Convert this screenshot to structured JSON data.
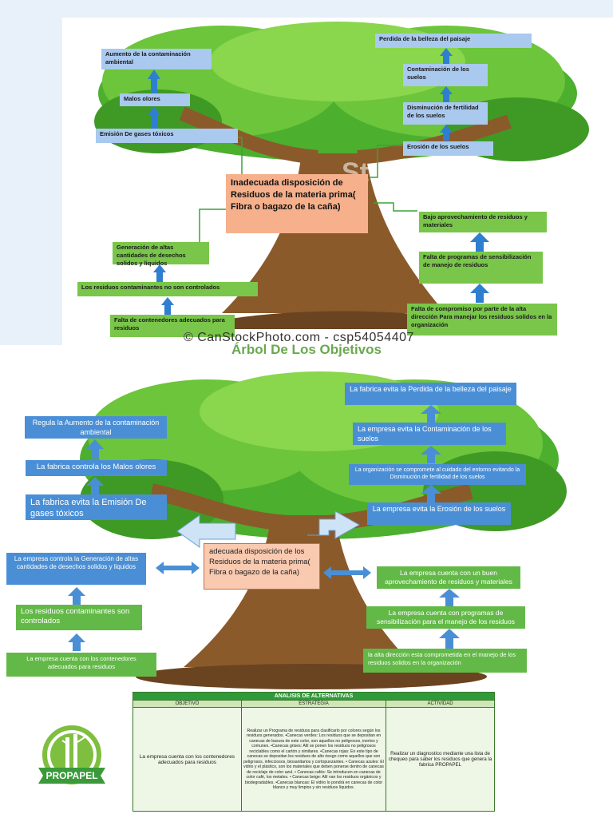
{
  "problem_tree": {
    "center": "Inadecuada disposición de Residuos de la materia prima( Fibra o bagazo de la caña)",
    "effects_left": [
      "Aumento de la contaminación ambiental",
      "Malos olores",
      "Emisión De gases tóxicos"
    ],
    "effects_right": [
      "Perdida de la belleza del paisaje",
      "Contaminación de los suelos",
      "Disminución de fertilidad de los suelos",
      "Erosión de los suelos"
    ],
    "causes_left": [
      "Generación de altas cantidades de desechos solidos y liquidos",
      "Los residuos contaminantes no son controlados",
      "Falta de contenedores adecuados para residuos"
    ],
    "causes_right": [
      "Bajo aprovechamiento de residuos y materiales",
      "Falta de programas de sensibilización de manejo de residuos",
      "Falta de compromiso por parte de la alta dirección Para manejar los residuos solidos en la organización"
    ],
    "watermark_top": "Stock",
    "watermark_bottom": "© CanStockPhoto.com - csp54054407"
  },
  "objectives_tree": {
    "title": "Árbol De Los Objetivos",
    "center": "adecuada disposición de los Residuos de la materia prima( Fibra o bagazo de la caña)",
    "left": [
      "Regula la Aumento de la contaminación ambiental",
      "La fabrica controla los Malos olores",
      "La fabrica evita la Emisión De gases tóxicos",
      "La empresa controla la Generación de altas cantidades de desechos solidos y liquidos",
      "Los residuos contaminantes son controlados",
      "La empresa cuenta con los contenedores adecuados para residuos"
    ],
    "right": [
      "La fabrica evita la Perdida de la belleza del paisaje",
      "La empresa evita la Contaminación de los suelos",
      "La organización se compromete al cuidado del entorno evitando la Disminución de fertilidad de los suelos",
      "La empresa evita la Erosión de los suelos",
      "La empresa cuenta con un buen aprovechamiento de residuos y materiales",
      "La empresa cuenta con programas de sensibilización para el manejo de los residuos",
      "la alta dirección esta comprometida en el manejo de los residuos solidos en la organización"
    ]
  },
  "alternatives": {
    "title": "ANALISIS DE ALTERNATIVAS",
    "headers": [
      "OBJETIVO",
      "ESTRATEGIA",
      "ACTIVIDAD"
    ],
    "objective": "La empresa cuenta con los contenedores adecuados para residuos",
    "strategy": "Realizar un Programa de residuos para clasificarlo por colores según los residuos generados. •Canecas verdes: Los residuos que se depositan en canecas de basura de este color, son aquellos no peligrosos, inertes y comunes. •Canecas grises: Allí se ponen los residuos no peligrosos reciclables como el cartón y similares. •Canecas rojas: En este tipo de canecas se depositan los residuos de alto riesgo como aquellos que son peligrosos, infecciosos, biosanitarios y cortopunzantes. • Canecas azules: El vidrio y el plástico, son los materiales que deben ponerse dentro de canecas de reciclaje de color azul. • Canecas cafés: Se introducen en canecas de color café, los metales. • Canecas beige: Allí van los residuos orgánicos y biodegradables. •Canecas blancas: El vidrio lo pondrá en canecas de color blanco y muy limpios y sin residuos líquidos.",
    "activity": "Realizar un diagnostico mediante una lista de chequeo para saber los residuos que genera la fabrica PROPAPEL"
  },
  "logo": {
    "text": "PROPAPEL",
    "colors": {
      "ring": "#7fbf3f",
      "banner": "#3a9a3a"
    }
  },
  "colors": {
    "blue_box": "#a9c9ee",
    "green_box": "#79c64a",
    "peach_box": "#f6b08c",
    "obj_blue": "#4a8fd6",
    "obj_green": "#63b947"
  }
}
